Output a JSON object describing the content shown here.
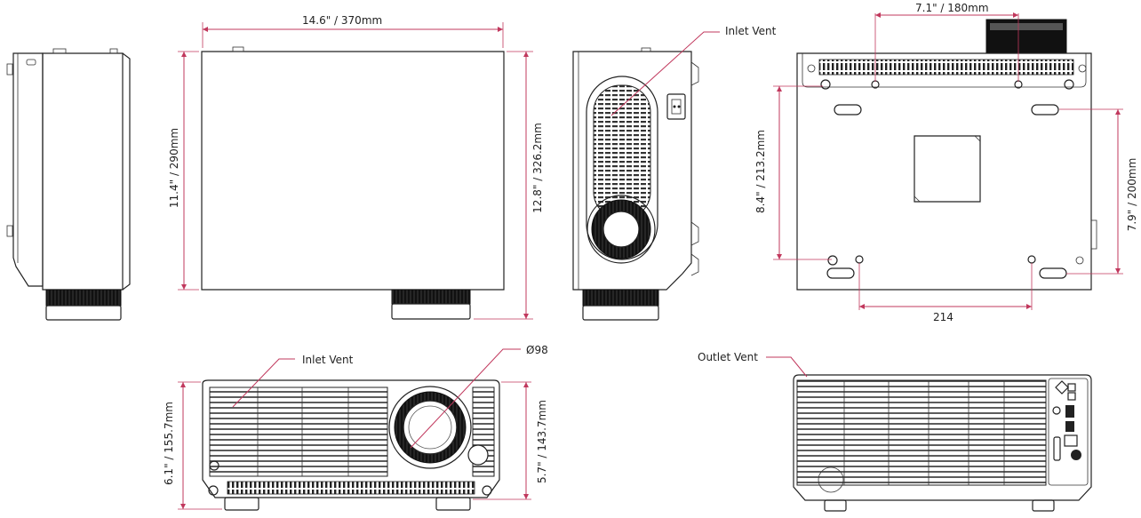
{
  "colors": {
    "dimension_line": "#c1385d",
    "outline": "#222222",
    "dark_part": "#111111"
  },
  "dimensions": {
    "top_width": "14.6\" / 370mm",
    "top_height": "11.4\" / 290mm",
    "top_depth": "12.8\" / 326.2mm",
    "bottom_hole_spacing": "7.1\" / 180mm",
    "bottom_left_height": "8.4\" / 213.2mm",
    "bottom_right_height": "7.9\" / 200mm",
    "bottom_foot_spacing": "214",
    "front_height": "6.1\" / 155.7mm",
    "front_inner_height": "5.7\" / 143.7mm",
    "lens_diameter": "Ø98"
  },
  "callouts": {
    "side_inlet": "Inlet  Vent",
    "front_inlet": "Inlet  Vent",
    "rear_outlet": "Outlet  Vent"
  }
}
